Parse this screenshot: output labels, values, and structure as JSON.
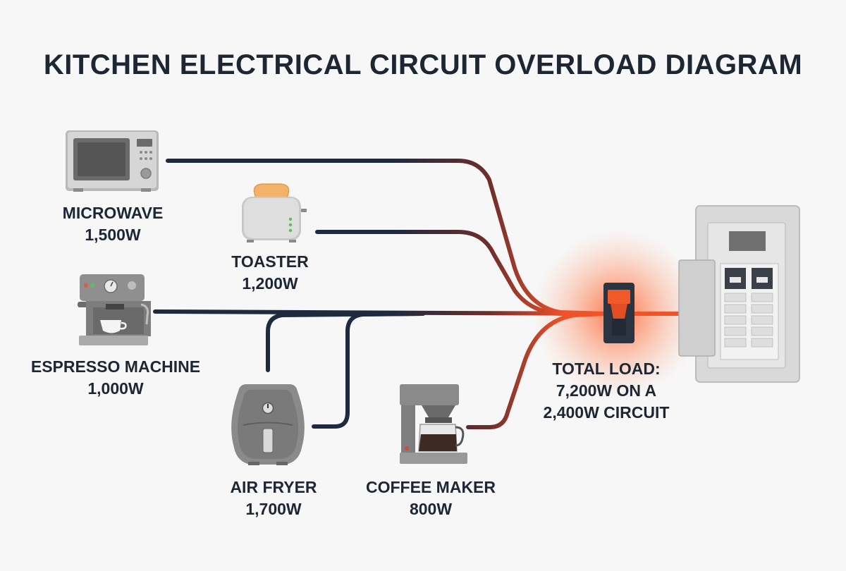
{
  "title": "KITCHEN ELECTRICAL CIRCUIT OVERLOAD DIAGRAM",
  "appliances": [
    {
      "id": "microwave",
      "name": "MICROWAVE",
      "watts": "1,500W",
      "icon": "microwave-icon"
    },
    {
      "id": "toaster",
      "name": "TOASTER",
      "watts": "1,200W",
      "icon": "toaster-icon"
    },
    {
      "id": "espresso",
      "name": "ESPRESSO MACHINE",
      "watts": "1,000W",
      "icon": "espresso-machine-icon"
    },
    {
      "id": "air-fryer",
      "name": "AIR FRYER",
      "watts": "1,700W",
      "icon": "air-fryer-icon"
    },
    {
      "id": "coffee-maker",
      "name": "COFFEE MAKER",
      "watts": "800W",
      "icon": "coffee-maker-icon"
    }
  ],
  "total": {
    "line1": "TOTAL LOAD:",
    "line2": "7,200W ON A",
    "line3": "2,400W CIRCUIT"
  },
  "colors": {
    "wire": "#1f2a3f",
    "overload": "#f0522a",
    "glow": "#ff6a3d",
    "text": "#1f2633",
    "panel": "#d8d8d8"
  },
  "icons": {
    "breaker": "breaker-switch-icon",
    "panel": "electrical-panel-icon"
  }
}
